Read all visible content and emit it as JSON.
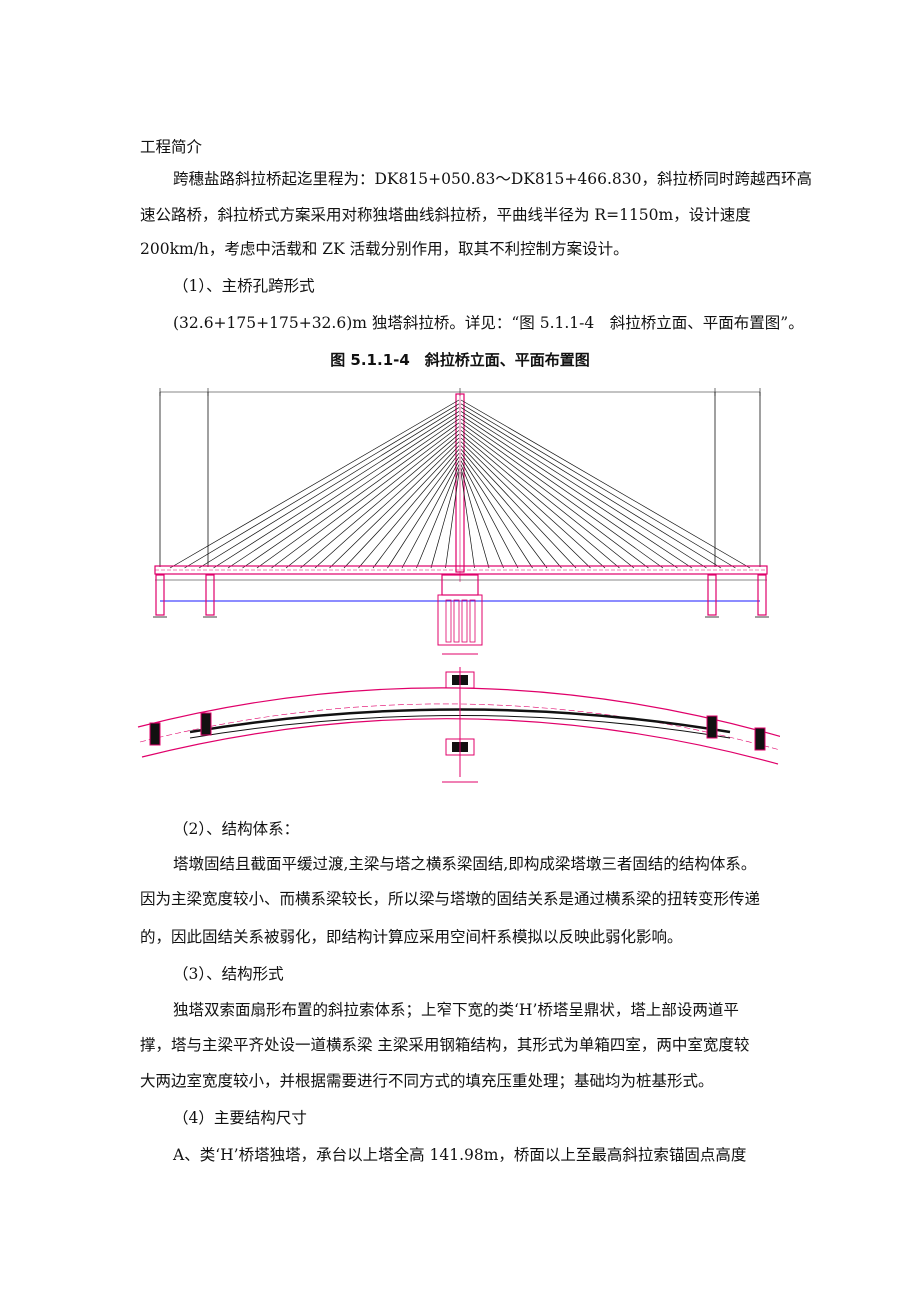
{
  "doc": {
    "heading": "工程简介",
    "intro": [
      "跨穗盐路斜拉桥起迄里程为：DK815+050.83～DK815+466.830，斜拉桥同时跨越西环高",
      "速公路桥，斜拉桥式方案采用对称独塔曲线斜拉桥，平曲线半径为 R=1150m，设计速度",
      "200km/h，考虑中活载和 ZK 活载分别作用，取其不利控制方案设计。"
    ],
    "s1_title": "（1）、主桥孔跨形式",
    "s1_text": "(32.6+175+175+32.6)m 独塔斜拉桥。详见：“图 5.1.1-4　斜拉桥立面、平面布置图”。",
    "figure_caption": "图 5.1.1-4　斜拉桥立面、平面布置图",
    "s2_title": "（2）、结构体系：",
    "s2_text": [
      "塔墩固结且截面平缓过渡,主梁与塔之横系梁固结,即构成梁塔墩三者固结的结构体系。",
      "因为主梁宽度较小、而横系梁较长，所以梁与塔墩的固结关系是通过横系梁的扭转变形传递",
      "的，因此固结关系被弱化，即结构计算应采用空间杆系模拟以反映此弱化影响。"
    ],
    "s3_title": "（3）、结构形式",
    "s3_text": [
      "独塔双索面扇形布置的斜拉索体系；上窄下宽的类‘H’桥塔呈鼎状，塔上部设两道平",
      "撑，塔与主梁平齐处设一道横系梁 主梁采用钢箱结构，其形式为单箱四室，两中室宽度较",
      "大两边室宽度较小，并根据需要进行不同方式的填充压重处理；基础均为桩基形式。"
    ],
    "s4_title": "（4）主要结构尺寸",
    "s4_text": "A、类‘H’桥塔独塔，承台以上塔全高 141.98m，桥面以上至最高斜拉索锚固点高度"
  },
  "colors": {
    "magenta": "#e0006a",
    "blue": "#1a1aff",
    "ink": "#111111"
  }
}
